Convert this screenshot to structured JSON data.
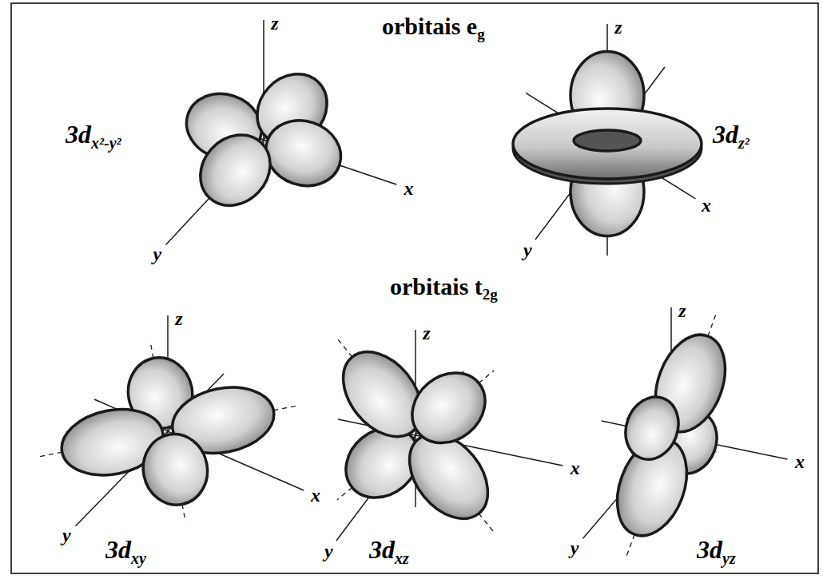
{
  "diagram": {
    "labels": [
      "z",
      "orbitais e",
      "g",
      "z",
      "3d",
      "x²-y²",
      "3d",
      "z²",
      "x",
      "x",
      "y",
      "y",
      "orbitais t",
      "2g",
      "z",
      "z",
      "z",
      "x",
      "x",
      "x",
      "y",
      "y",
      "y",
      "3d",
      "xy",
      "3d",
      "xz",
      "3d",
      "yz"
    ]
  }
}
